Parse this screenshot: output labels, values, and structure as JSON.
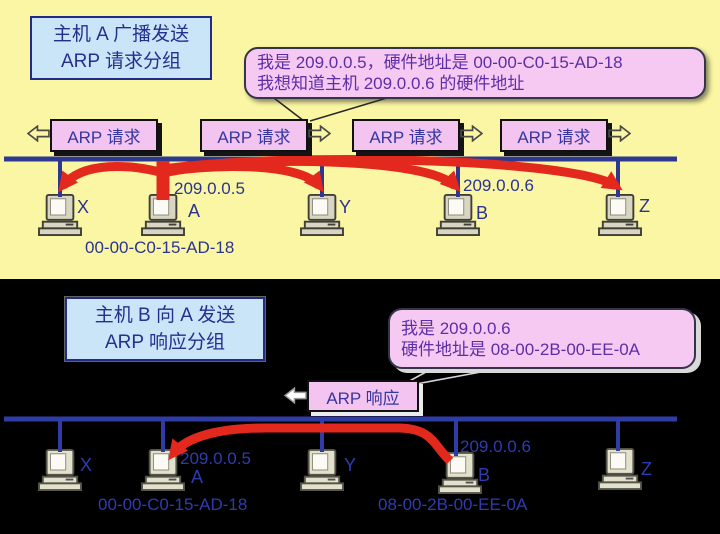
{
  "top": {
    "title_line1": "主机 A 广播发送",
    "title_line2": "ARP 请求分组",
    "bubble_line1": "我是 209.0.0.5，硬件地址是 00-00-C0-15-AD-18",
    "bubble_line2": "我想知道主机 209.0.0.6 的硬件地址",
    "packet1": "ARP 请求",
    "packet2": "ARP 请求",
    "packet3": "ARP 请求",
    "packet4": "ARP 请求",
    "host_x": "X",
    "host_a": "A",
    "host_y": "Y",
    "host_b": "B",
    "host_z": "Z",
    "ip_a": "209.0.0.5",
    "mac_a": "00-00-C0-15-AD-18",
    "ip_b": "209.0.0.6"
  },
  "bottom": {
    "title_line1": "主机 B 向 A 发送",
    "title_line2": "ARP 响应分组",
    "bubble_line1": "我是 209.0.0.6",
    "bubble_line2": "硬件地址是 08-00-2B-00-EE-0A",
    "packet": "ARP 响应",
    "host_x": "X",
    "host_a": "A",
    "host_y": "Y",
    "host_b": "B",
    "host_z": "Z",
    "ip_a": "209.0.0.5",
    "mac_a": "00-00-C0-15-AD-18",
    "ip_b": "209.0.0.6",
    "mac_b": "08-00-2B-00-EE-0A"
  },
  "colors": {
    "top_background": "#FAF6A3",
    "bottom_background": "#000000",
    "network_line": "#2D3890",
    "arrow_red": "#E3291D",
    "packet_pink": "#F2C4EF",
    "bubble_pink": "#F5C9F1",
    "title_blue_fill": "#CBE5F8",
    "navy_text": "#2B3493",
    "purple_text": "#5E2EA8"
  }
}
